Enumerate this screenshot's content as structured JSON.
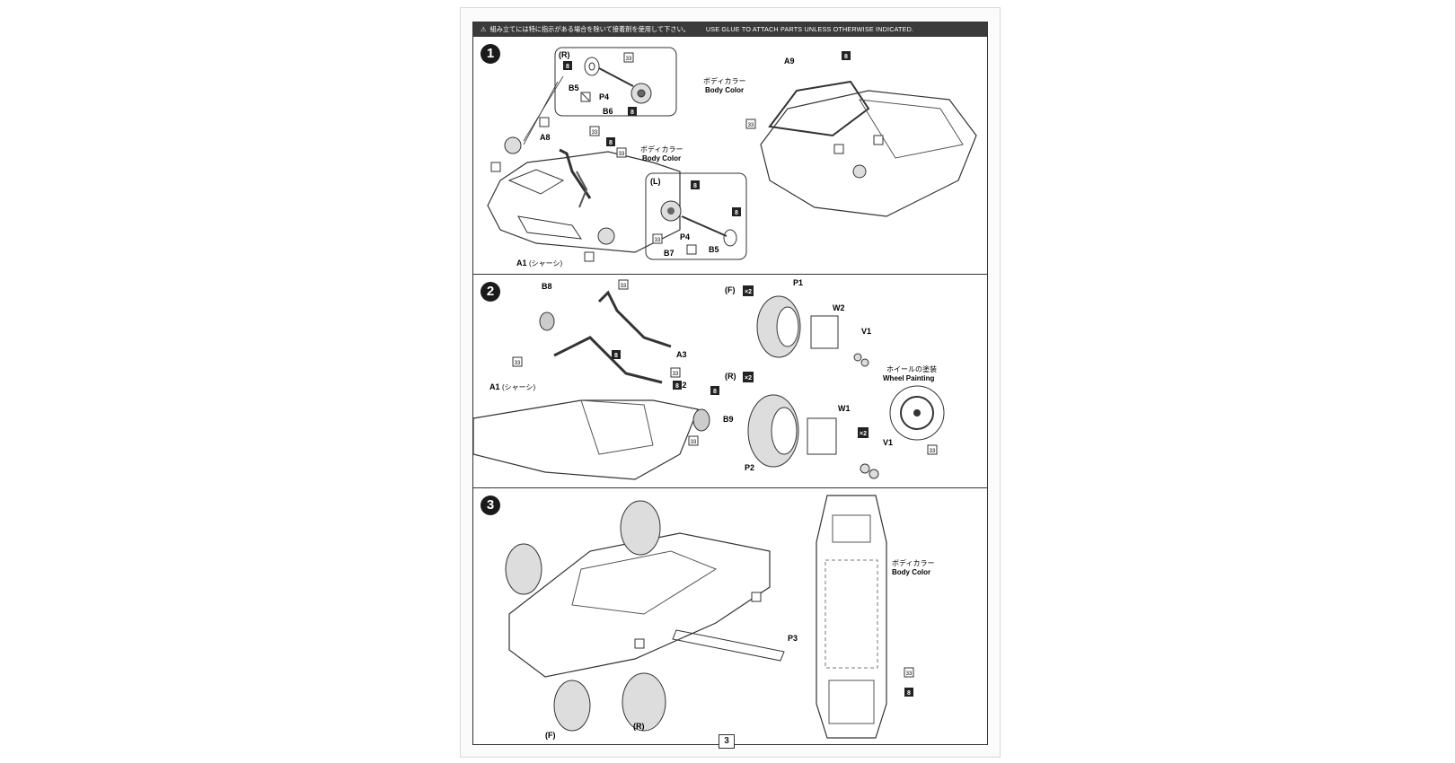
{
  "header": {
    "glue_jp": "組み立てには特に指示がある場合を除いて接着剤を使用して下さい。",
    "glue_en": "USE GLUE TO ATTACH PARTS UNLESS OTHERWISE INDICATED."
  },
  "steps": [
    {
      "number": "1",
      "labels": {
        "r": "(R)",
        "l": "(L)",
        "b5": "B5",
        "p4": "P4",
        "b6": "B6",
        "b7": "B7",
        "a8": "A8",
        "a9": "A9",
        "a1": "A1",
        "a1_jp": "(シャーシ)",
        "body_color_jp": "ボディカラー",
        "body_color_en": "Body Color"
      },
      "paint_codes": {
        "c8": "8",
        "c33": "33"
      }
    },
    {
      "number": "2",
      "labels": {
        "b8": "B8",
        "b9": "B9",
        "a2": "A2",
        "a3": "A3",
        "a1": "A1",
        "a1_jp": "(シャーシ)",
        "f": "(F)",
        "r": "(R)",
        "x2": "×2",
        "p1": "P1",
        "p2": "P2",
        "w1": "W1",
        "w2": "W2",
        "v1": "V1",
        "wheel_painting_jp": "ホイールの塗装",
        "wheel_painting_en": "Wheel Painting"
      },
      "paint_codes": {
        "c8": "8",
        "c33": "33"
      }
    },
    {
      "number": "3",
      "labels": {
        "f": "(F)",
        "r": "(R)",
        "p3": "P3",
        "body_color_jp": "ボディカラー",
        "body_color_en": "Body Color"
      },
      "paint_codes": {
        "c8": "8",
        "c33": "33"
      }
    }
  ],
  "footer": {
    "page_number": "3"
  }
}
